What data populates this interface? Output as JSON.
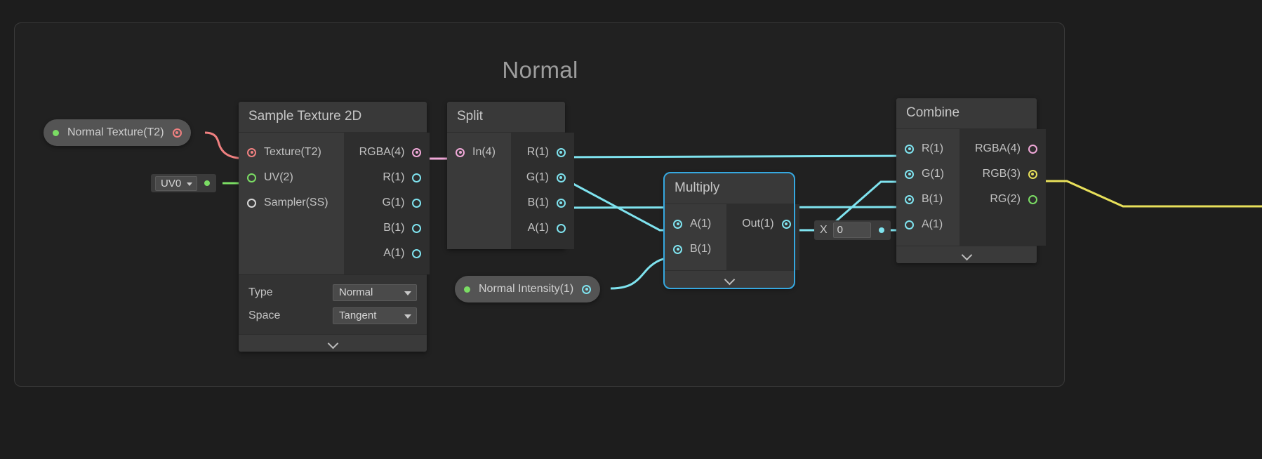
{
  "group": {
    "title": "Normal"
  },
  "properties": [
    {
      "name": "normal-texture",
      "label": "Normal Texture(T2)",
      "port_color": "#f08080"
    },
    {
      "name": "normal-intensity",
      "label": "Normal Intensity(1)",
      "port_color": "#7fe3ef"
    }
  ],
  "uv0": {
    "value": "UV0"
  },
  "float_field": {
    "label": "X",
    "value": "0"
  },
  "nodes": {
    "sample_texture_2d": {
      "title": "Sample Texture 2D",
      "inputs": [
        {
          "label": "Texture(T2)",
          "color": "red",
          "connected": true
        },
        {
          "label": "UV(2)",
          "color": "green",
          "connected": false
        },
        {
          "label": "Sampler(SS)",
          "color": "white",
          "connected": false
        }
      ],
      "outputs": [
        {
          "label": "RGBA(4)",
          "color": "pink",
          "connected": true
        },
        {
          "label": "R(1)",
          "color": "cyan",
          "connected": false
        },
        {
          "label": "G(1)",
          "color": "cyan",
          "connected": false
        },
        {
          "label": "B(1)",
          "color": "cyan",
          "connected": false
        },
        {
          "label": "A(1)",
          "color": "cyan",
          "connected": false
        }
      ],
      "settings": [
        {
          "label": "Type",
          "value": "Normal"
        },
        {
          "label": "Space",
          "value": "Tangent"
        }
      ]
    },
    "split": {
      "title": "Split",
      "inputs": [
        {
          "label": "In(4)",
          "color": "pink",
          "connected": true
        }
      ],
      "outputs": [
        {
          "label": "R(1)",
          "color": "cyan",
          "connected": true
        },
        {
          "label": "G(1)",
          "color": "cyan",
          "connected": true
        },
        {
          "label": "B(1)",
          "color": "cyan",
          "connected": true
        },
        {
          "label": "A(1)",
          "color": "cyan",
          "connected": false
        }
      ]
    },
    "multiply": {
      "title": "Multiply",
      "inputs": [
        {
          "label": "A(1)",
          "color": "cyan",
          "connected": true
        },
        {
          "label": "B(1)",
          "color": "cyan",
          "connected": true
        }
      ],
      "outputs": [
        {
          "label": "Out(1)",
          "color": "cyan",
          "connected": true
        }
      ]
    },
    "combine": {
      "title": "Combine",
      "inputs": [
        {
          "label": "R(1)",
          "color": "cyan",
          "connected": true
        },
        {
          "label": "G(1)",
          "color": "cyan",
          "connected": true
        },
        {
          "label": "B(1)",
          "color": "cyan",
          "connected": true
        },
        {
          "label": "A(1)",
          "color": "cyan",
          "connected": true
        }
      ],
      "outputs": [
        {
          "label": "RGBA(4)",
          "color": "pink",
          "connected": false
        },
        {
          "label": "RGB(3)",
          "color": "yellow",
          "connected": true
        },
        {
          "label": "RG(2)",
          "color": "green",
          "connected": false
        }
      ]
    }
  },
  "colors": {
    "background": "#1d1d1d",
    "node_body": "#2b2b2b",
    "node_header": "#393939",
    "wire_cyan": "#7fe3ef",
    "wire_pink": "#f0a8d8",
    "wire_red": "#f08080",
    "wire_green": "#7bdd64",
    "wire_yellow": "#e8e05a",
    "selection": "#36a8e0"
  }
}
